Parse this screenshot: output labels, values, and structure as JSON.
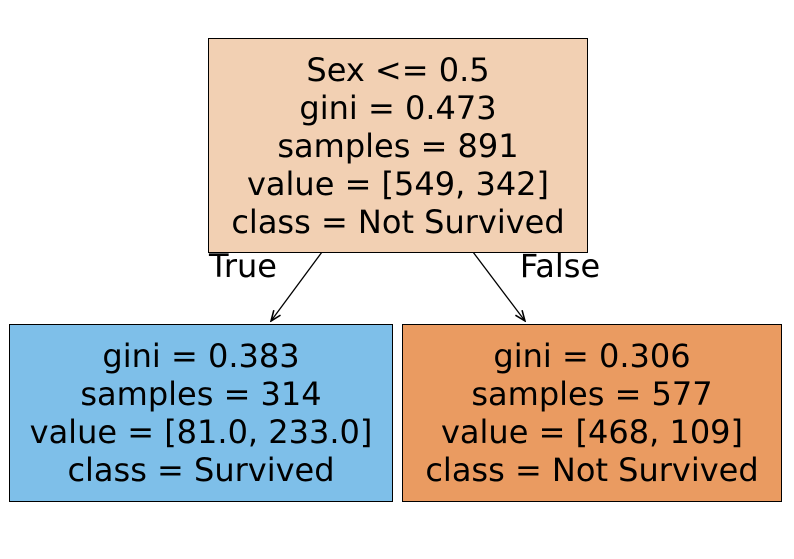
{
  "figure": {
    "kind": "decision-tree-plot",
    "background": "#ffffff",
    "text_color": "#000000",
    "edge_color": "#000000",
    "nodes": {
      "root": {
        "condition": "Sex <= 0.5",
        "gini": "gini = 0.473",
        "samples": "samples = 891",
        "value": "value = [549, 342]",
        "class": "class = Not Survived",
        "fill": "#f2d0b3"
      },
      "left_leaf": {
        "gini": "gini = 0.383",
        "samples": "samples = 314",
        "value": "value = [81.0, 233.0]",
        "class": "class = Survived",
        "fill": "#7ebfe9"
      },
      "right_leaf": {
        "gini": "gini = 0.306",
        "samples": "samples = 577",
        "value": "value = [468, 109]",
        "class": "class = Not Survived",
        "fill": "#ea9b61"
      }
    },
    "branches": {
      "true_label": "True",
      "false_label": "False"
    }
  }
}
